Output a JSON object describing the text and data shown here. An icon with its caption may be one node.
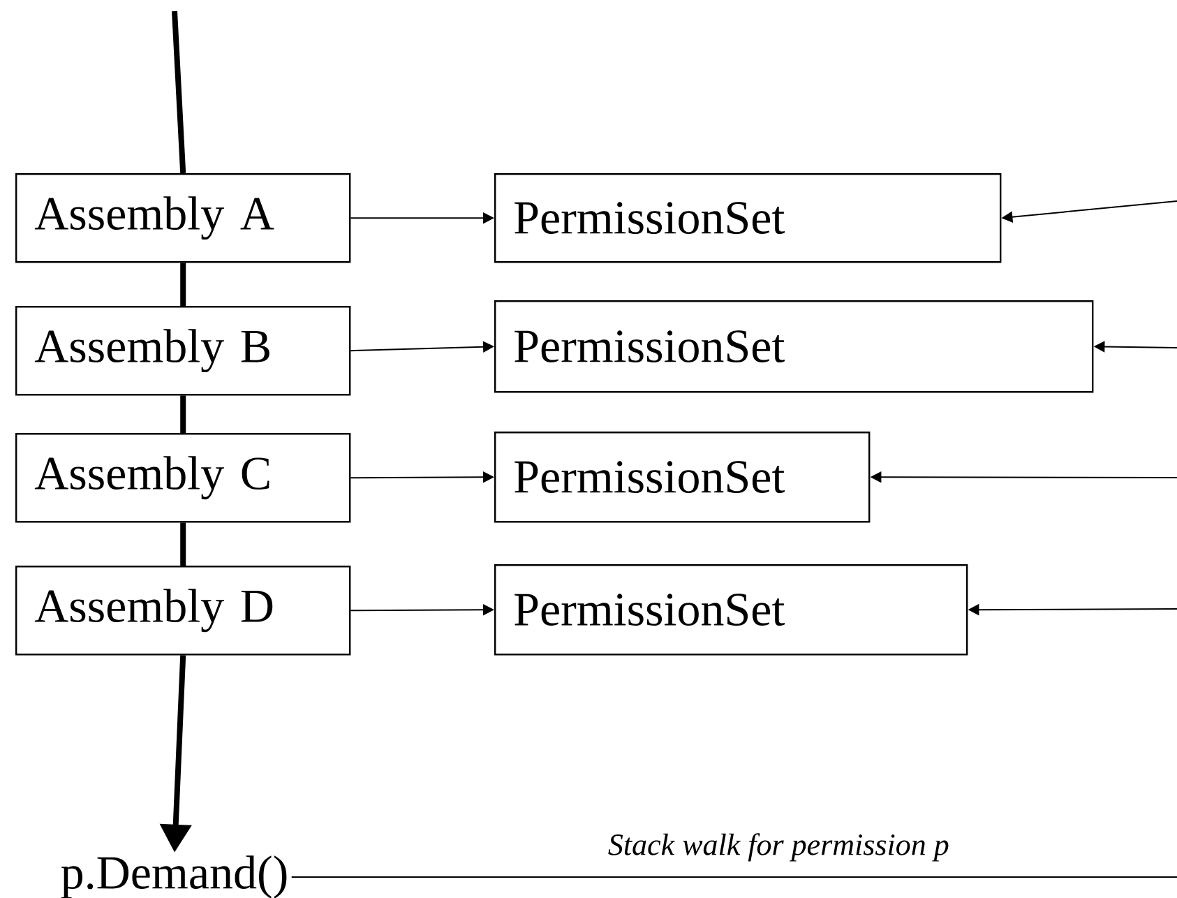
{
  "diagram": {
    "nodes": [
      {
        "text": [
          "Assembly A"
        ]
      },
      {
        "text": [
          "PermissionSet"
        ]
      },
      {
        "text": [
          "Assembly B"
        ]
      },
      {
        "text": [
          "PermissionSet"
        ]
      },
      {
        "text": [
          "Assembly C"
        ]
      },
      {
        "text": [
          "PermissionSet"
        ]
      },
      {
        "text": [
          "Assembly D"
        ]
      },
      {
        "text": [
          "PermissionSet"
        ]
      },
      {
        "text": [
          "p.Demand()"
        ]
      }
    ],
    "edges": [
      {
        "from": null,
        "to": 0,
        "arrow": "none",
        "style": "thick"
      },
      {
        "from": 0,
        "to": 2,
        "arrow": "none",
        "style": "thick"
      },
      {
        "from": 2,
        "to": 4,
        "arrow": "none",
        "style": "thick"
      },
      {
        "from": 4,
        "to": 6,
        "arrow": "none",
        "style": "thick"
      },
      {
        "from": 6,
        "to": 8,
        "arrow": "to",
        "style": "thick"
      },
      {
        "from": 0,
        "to": 1,
        "arrow": "to"
      },
      {
        "from": 2,
        "to": 3,
        "arrow": "to"
      },
      {
        "from": 4,
        "to": 5,
        "arrow": "to"
      },
      {
        "from": 6,
        "to": 7,
        "arrow": "to"
      },
      {
        "from": null,
        "to": 1,
        "arrow": "to"
      },
      {
        "from": null,
        "to": 3,
        "arrow": "to"
      },
      {
        "from": null,
        "to": 5,
        "arrow": "to"
      },
      {
        "from": null,
        "to": 7,
        "arrow": "to"
      },
      {
        "from": 8,
        "to": null,
        "arrow": "none",
        "label": "Stack walk for permission p"
      }
    ]
  }
}
